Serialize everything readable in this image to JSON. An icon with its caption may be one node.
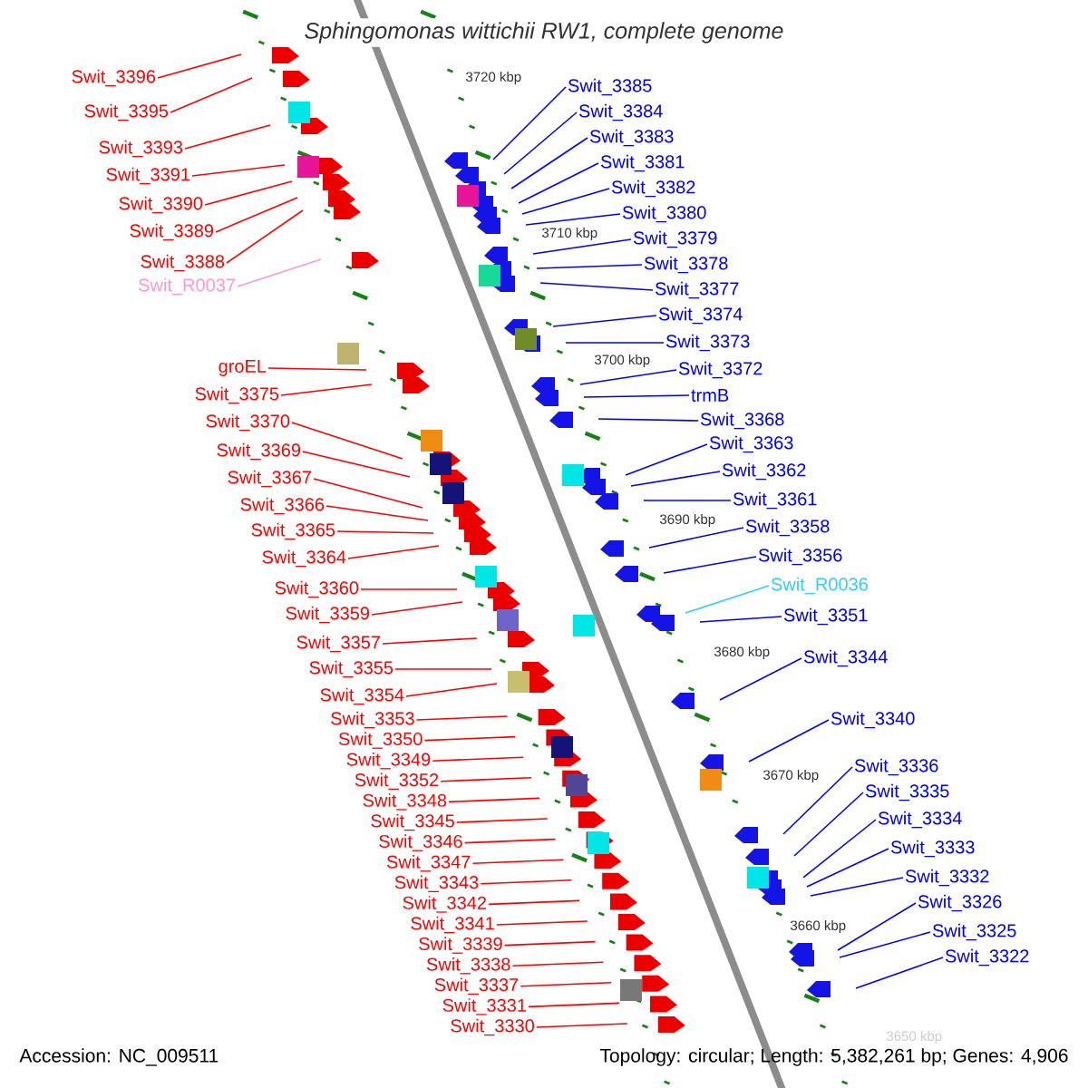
{
  "diagram": {
    "title": "Sphingomonas wittichii RW1, complete genome",
    "nodes": [
      {
        "text": [
          "Swit_3396"
        ]
      },
      {
        "text": [
          "Swit_3395"
        ]
      },
      {
        "text": [
          "Swit_3393"
        ]
      },
      {
        "text": [
          "Swit_3391"
        ]
      },
      {
        "text": [
          "Swit_3390"
        ]
      },
      {
        "text": [
          "Swit_3389"
        ]
      },
      {
        "text": [
          "Swit_3388"
        ]
      },
      {
        "text": [
          "Swit_R0037"
        ]
      },
      {
        "text": [
          "groEL"
        ]
      },
      {
        "text": [
          "Swit_3375"
        ]
      },
      {
        "text": [
          "Swit_3370"
        ]
      },
      {
        "text": [
          "Swit_3369"
        ]
      },
      {
        "text": [
          "Swit_3367"
        ]
      },
      {
        "text": [
          "Swit_3366"
        ]
      },
      {
        "text": [
          "Swit_3365"
        ]
      },
      {
        "text": [
          "Swit_3364"
        ]
      },
      {
        "text": [
          "Swit_3360"
        ]
      },
      {
        "text": [
          "Swit_3359"
        ]
      },
      {
        "text": [
          "Swit_3357"
        ]
      },
      {
        "text": [
          "Swit_3355"
        ]
      },
      {
        "text": [
          "Swit_3354"
        ]
      },
      {
        "text": [
          "Swit_3353"
        ]
      },
      {
        "text": [
          "Swit_3350"
        ]
      },
      {
        "text": [
          "Swit_3349"
        ]
      },
      {
        "text": [
          "Swit_3352"
        ]
      },
      {
        "text": [
          "Swit_3348"
        ]
      },
      {
        "text": [
          "Swit_3345"
        ]
      },
      {
        "text": [
          "Swit_3346"
        ]
      },
      {
        "text": [
          "Swit_3347"
        ]
      },
      {
        "text": [
          "Swit_3343"
        ]
      },
      {
        "text": [
          "Swit_3342"
        ]
      },
      {
        "text": [
          "Swit_3341"
        ]
      },
      {
        "text": [
          "Swit_3339"
        ]
      },
      {
        "text": [
          "Swit_3338"
        ]
      },
      {
        "text": [
          "Swit_3337"
        ]
      },
      {
        "text": [
          "Swit_3331"
        ]
      },
      {
        "text": [
          "Swit_3330"
        ]
      },
      {
        "text": [
          "Swit_3385"
        ]
      },
      {
        "text": [
          "Swit_3384"
        ]
      },
      {
        "text": [
          "Swit_3383"
        ]
      },
      {
        "text": [
          "Swit_3381"
        ]
      },
      {
        "text": [
          "Swit_3382"
        ]
      },
      {
        "text": [
          "Swit_3380"
        ]
      },
      {
        "text": [
          "Swit_3379"
        ]
      },
      {
        "text": [
          "Swit_3378"
        ]
      },
      {
        "text": [
          "Swit_3377"
        ]
      },
      {
        "text": [
          "Swit_3374"
        ]
      },
      {
        "text": [
          "Swit_3373"
        ]
      },
      {
        "text": [
          "Swit_3372"
        ]
      },
      {
        "text": [
          "trmB"
        ]
      },
      {
        "text": [
          "Swit_3368"
        ]
      },
      {
        "text": [
          "Swit_3363"
        ]
      },
      {
        "text": [
          "Swit_3362"
        ]
      },
      {
        "text": [
          "Swit_3361"
        ]
      },
      {
        "text": [
          "Swit_3358"
        ]
      },
      {
        "text": [
          "Swit_3356"
        ]
      },
      {
        "text": [
          "Swit_R0036"
        ]
      },
      {
        "text": [
          "Swit_3351"
        ]
      },
      {
        "text": [
          "Swit_3344"
        ]
      },
      {
        "text": [
          "Swit_3340"
        ]
      },
      {
        "text": [
          "Swit_3336"
        ]
      },
      {
        "text": [
          "Swit_3335"
        ]
      },
      {
        "text": [
          "Swit_3334"
        ]
      },
      {
        "text": [
          "Swit_3333"
        ]
      },
      {
        "text": [
          "Swit_3332"
        ]
      },
      {
        "text": [
          "Swit_3326"
        ]
      },
      {
        "text": [
          "Swit_3325"
        ]
      },
      {
        "text": [
          "Swit_3322"
        ]
      }
    ],
    "edges": [
      {
        "from": 0,
        "to": null,
        "arrow": "none"
      },
      {
        "from": 1,
        "to": null,
        "arrow": "none"
      },
      {
        "from": 2,
        "to": null,
        "arrow": "none"
      },
      {
        "from": 3,
        "to": null,
        "arrow": "none"
      },
      {
        "from": 4,
        "to": null,
        "arrow": "none"
      },
      {
        "from": 5,
        "to": null,
        "arrow": "none"
      },
      {
        "from": 6,
        "to": null,
        "arrow": "none"
      },
      {
        "from": 7,
        "to": null,
        "arrow": "none",
        "color": "#ff99cc"
      },
      {
        "from": 8,
        "to": null,
        "arrow": "none"
      },
      {
        "from": 9,
        "to": null,
        "arrow": "none"
      },
      {
        "from": 10,
        "to": null,
        "arrow": "none"
      },
      {
        "from": 11,
        "to": null,
        "arrow": "none"
      },
      {
        "from": 12,
        "to": null,
        "arrow": "none"
      },
      {
        "from": 13,
        "to": null,
        "arrow": "none"
      },
      {
        "from": 14,
        "to": null,
        "arrow": "none"
      },
      {
        "from": 15,
        "to": null,
        "arrow": "none"
      },
      {
        "from": 16,
        "to": null,
        "arrow": "none"
      },
      {
        "from": 17,
        "to": null,
        "arrow": "none"
      },
      {
        "from": 18,
        "to": null,
        "arrow": "none"
      },
      {
        "from": 19,
        "to": null,
        "arrow": "none"
      },
      {
        "from": 20,
        "to": null,
        "arrow": "none"
      },
      {
        "from": 21,
        "to": null,
        "arrow": "none"
      },
      {
        "from": 22,
        "to": null,
        "arrow": "none"
      },
      {
        "from": 23,
        "to": null,
        "arrow": "none"
      },
      {
        "from": 24,
        "to": null,
        "arrow": "none"
      },
      {
        "from": 25,
        "to": null,
        "arrow": "none"
      },
      {
        "from": 26,
        "to": null,
        "arrow": "none"
      },
      {
        "from": 27,
        "to": null,
        "arrow": "none"
      },
      {
        "from": 28,
        "to": null,
        "arrow": "none"
      },
      {
        "from": 29,
        "to": null,
        "arrow": "none"
      },
      {
        "from": 30,
        "to": null,
        "arrow": "none"
      },
      {
        "from": 31,
        "to": null,
        "arrow": "none"
      },
      {
        "from": 32,
        "to": null,
        "arrow": "none"
      },
      {
        "from": 33,
        "to": null,
        "arrow": "none"
      },
      {
        "from": 34,
        "to": null,
        "arrow": "none"
      },
      {
        "from": 35,
        "to": null,
        "arrow": "none"
      },
      {
        "from": 36,
        "to": null,
        "arrow": "none"
      },
      {
        "from": 37,
        "to": null,
        "arrow": "none",
        "color": "#0000ff"
      },
      {
        "from": 38,
        "to": null,
        "arrow": "none",
        "color": "#0000ff"
      },
      {
        "from": 39,
        "to": null,
        "arrow": "none",
        "color": "#0000ff"
      },
      {
        "from": 40,
        "to": null,
        "arrow": "none",
        "color": "#0000ff"
      },
      {
        "from": 41,
        "to": null,
        "arrow": "none",
        "color": "#0000ff"
      },
      {
        "from": 42,
        "to": null,
        "arrow": "none",
        "color": "#0000ff"
      },
      {
        "from": 43,
        "to": null,
        "arrow": "none",
        "color": "#0000ff"
      },
      {
        "from": 44,
        "to": null,
        "arrow": "none",
        "color": "#0000ff"
      },
      {
        "from": 45,
        "to": null,
        "arrow": "none",
        "color": "#0000ff"
      },
      {
        "from": 46,
        "to": null,
        "arrow": "none",
        "color": "#0000ff"
      },
      {
        "from": 47,
        "to": null,
        "arrow": "none",
        "color": "#0000ff"
      },
      {
        "from": 48,
        "to": null,
        "arrow": "none",
        "color": "#0000ff"
      },
      {
        "from": 49,
        "to": null,
        "arrow": "none",
        "color": "#0000ff"
      },
      {
        "from": 50,
        "to": null,
        "arrow": "none",
        "color": "#0000ff"
      },
      {
        "from": 51,
        "to": null,
        "arrow": "none",
        "color": "#0000ff"
      },
      {
        "from": 52,
        "to": null,
        "arrow": "none",
        "color": "#0000ff"
      },
      {
        "from": 53,
        "to": null,
        "arrow": "none",
        "color": "#0000ff"
      },
      {
        "from": 54,
        "to": null,
        "arrow": "none",
        "color": "#0000ff"
      },
      {
        "from": 55,
        "to": null,
        "arrow": "none",
        "color": "#0000ff"
      },
      {
        "from": 56,
        "to": null,
        "arrow": "none",
        "color": "#33ccff"
      },
      {
        "from": 57,
        "to": null,
        "arrow": "none",
        "color": "#0000ff"
      },
      {
        "from": 58,
        "to": null,
        "arrow": "none",
        "color": "#0000ff"
      },
      {
        "from": 59,
        "to": null,
        "arrow": "none",
        "color": "#0000ff"
      },
      {
        "from": 60,
        "to": null,
        "arrow": "none",
        "color": "#0000ff"
      },
      {
        "from": 61,
        "to": null,
        "arrow": "none",
        "color": "#0000ff"
      },
      {
        "from": 62,
        "to": null,
        "arrow": "none",
        "color": "#0000ff"
      },
      {
        "from": 63,
        "to": null,
        "arrow": "none",
        "color": "#0000ff"
      },
      {
        "from": 64,
        "to": null,
        "arrow": "none",
        "color": "#0000ff"
      },
      {
        "from": 65,
        "to": null,
        "arrow": "none",
        "color": "#0000ff"
      },
      {
        "from": 66,
        "to": null,
        "arrow": "none",
        "color": "#0000ff"
      },
      {
        "from": 67,
        "to": null,
        "arrow": "none",
        "color": "#0000ff"
      }
    ],
    "labels": [
      "3720 kbp",
      "3710 kbp",
      "3700 kbp",
      "3690 kbp",
      "3680 kbp",
      "3670 kbp",
      "3660 kbp",
      "3650 kbp",
      "Accession: NC_009511",
      "Topology: circular; Length: 5,382,261 bp; Genes: 4,906"
    ]
  }
}
